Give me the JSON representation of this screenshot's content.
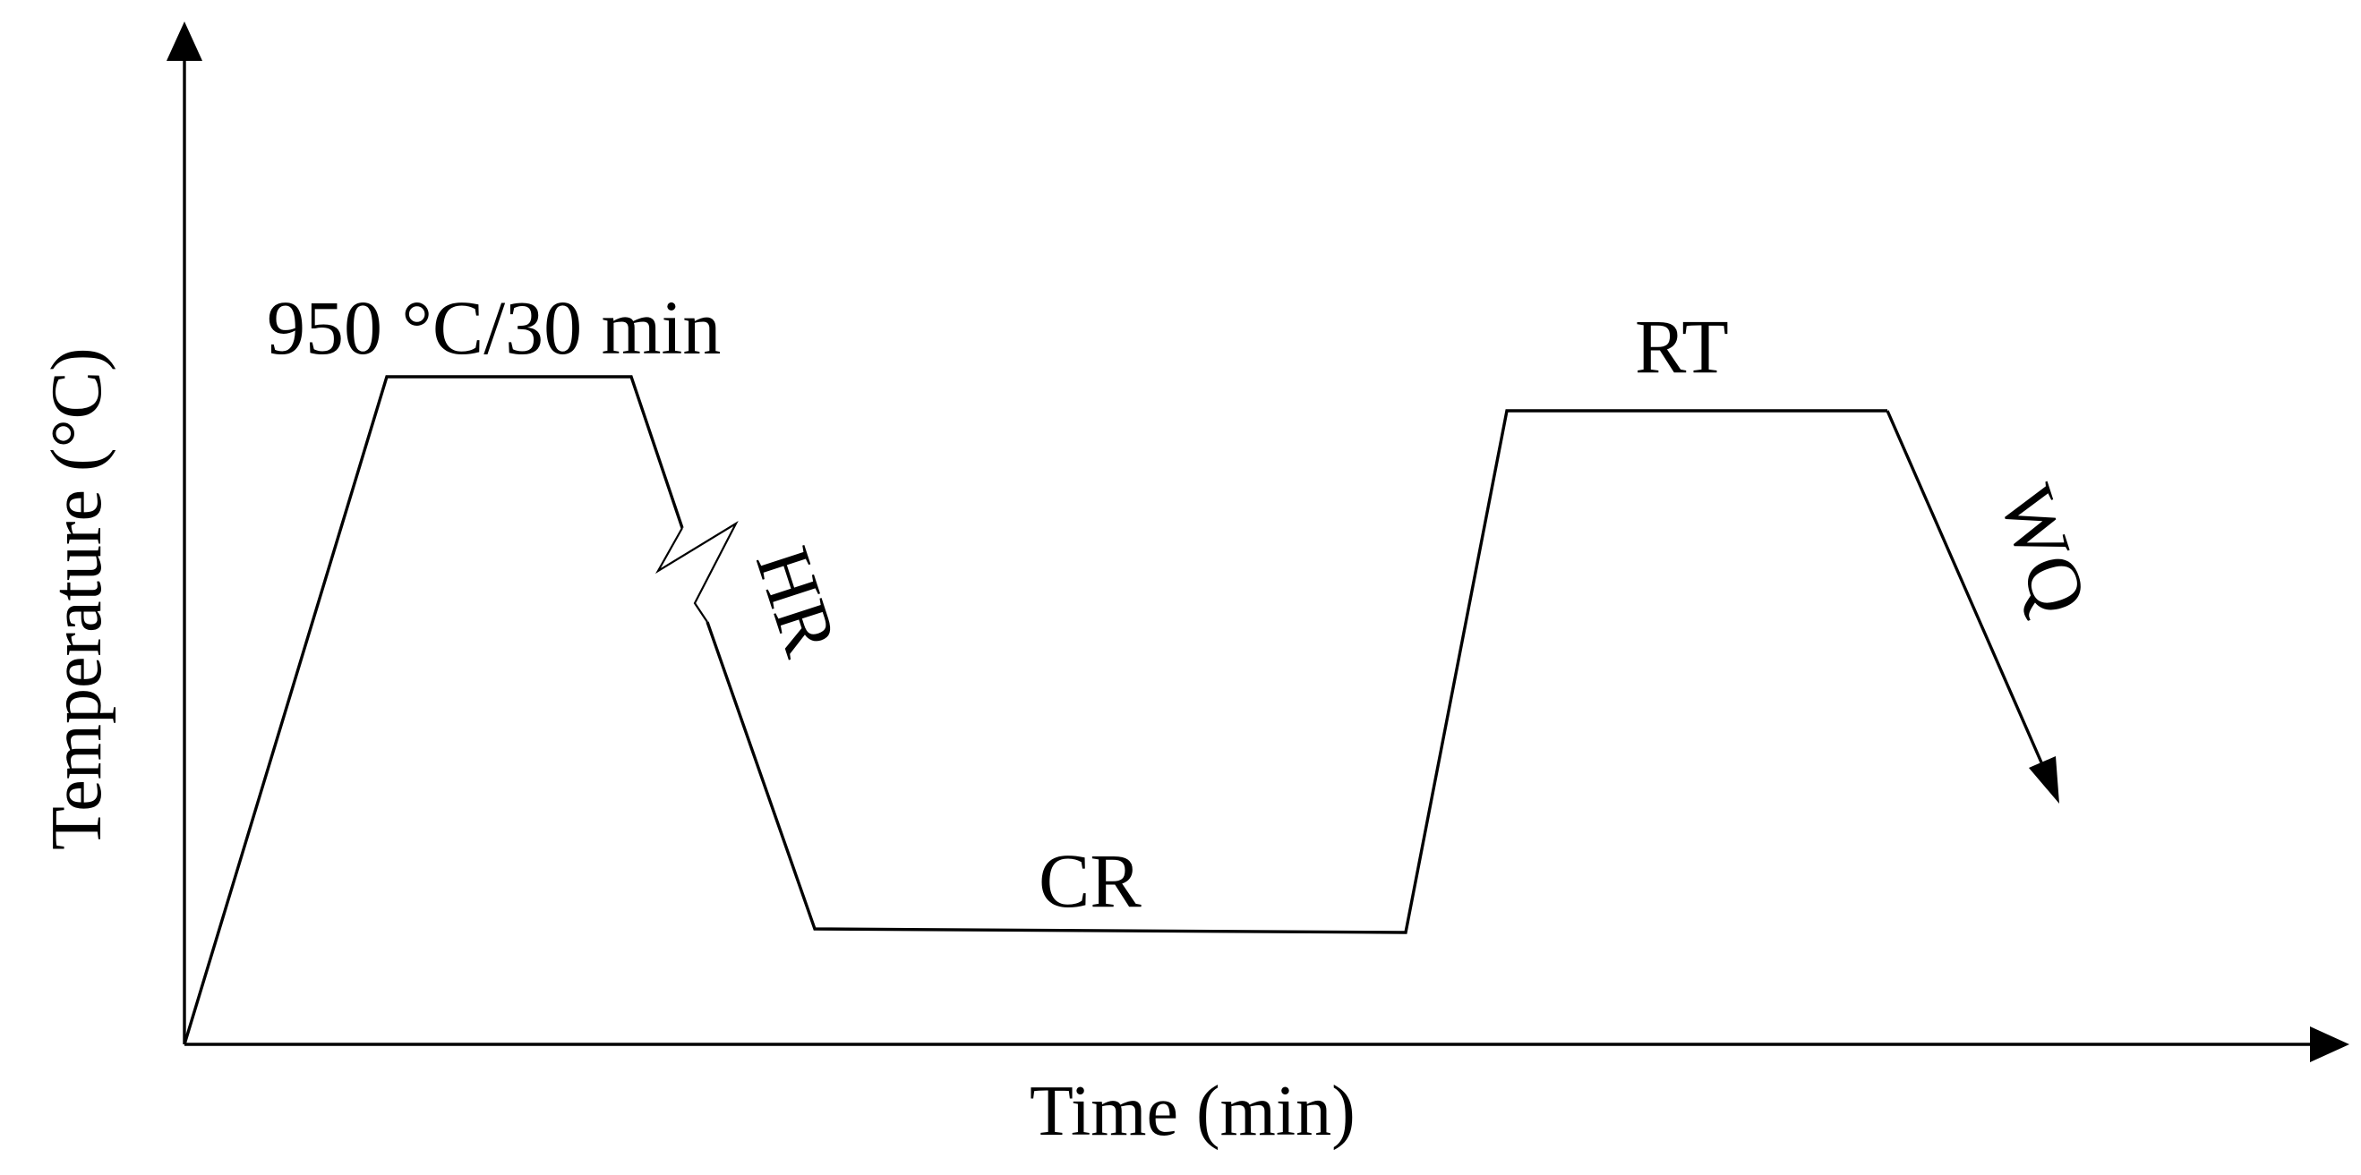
{
  "diagram": {
    "axes": {
      "x_label": "Time (min)",
      "y_label": "Temperature (°C)"
    },
    "stages": {
      "soak": "950 °C/30 min",
      "hot_rolling": "HR",
      "cold_rolling": "CR",
      "reheat": "RT",
      "quench": "WQ"
    },
    "colors": {
      "line": "#000000",
      "background": "#ffffff"
    }
  }
}
